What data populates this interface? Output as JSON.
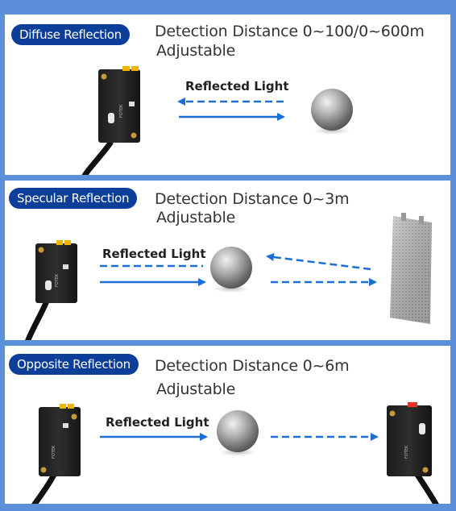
{
  "colors": {
    "frame": "#5b8fd9",
    "badge": "#0d3f9a",
    "arrow": "#1a6fd6"
  },
  "sections": [
    {
      "badge": "Diffuse Reflection",
      "distance_line": "Detection Distance    0~100/0~600m",
      "adjust_line": "Adjustable",
      "light_label": "Reflected Light"
    },
    {
      "badge": "Specular Reflection",
      "distance_line": "Detection Distance  0~3m",
      "adjust_line": "Adjustable",
      "light_label": "Reflected Light"
    },
    {
      "badge": "Opposite Reflection",
      "distance_line": "Detection Distance 0~6m",
      "adjust_line": "Adjustable",
      "light_label": "Reflected Light"
    }
  ],
  "icons": [
    "sensor-icon",
    "ball-icon",
    "reflector-icon",
    "arrow-icon",
    "cable-icon"
  ]
}
